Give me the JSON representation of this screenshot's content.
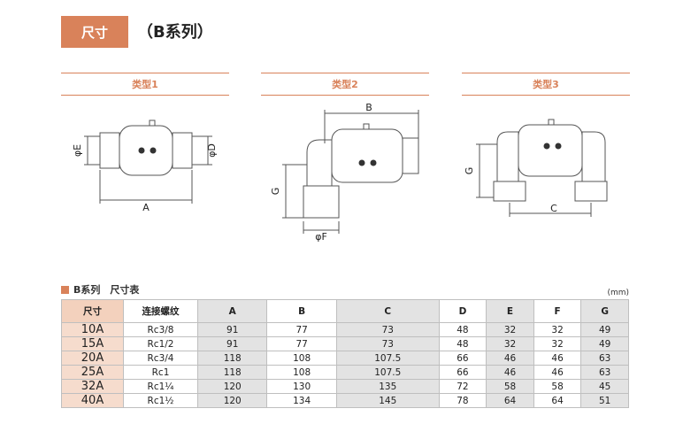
{
  "header": {
    "badge": "尺寸",
    "title": "（B系列）"
  },
  "types": [
    {
      "label": "类型1"
    },
    {
      "label": "类型2"
    },
    {
      "label": "类型3"
    }
  ],
  "dims_labels": {
    "phiE": "φE",
    "phiD": "φD",
    "A": "A",
    "B": "B",
    "G2": "G",
    "phiF": "φF",
    "G3": "G",
    "C": "C"
  },
  "table": {
    "caption": "B系列　尺寸表",
    "unit": "(mm)",
    "headers": [
      "尺寸",
      "连接螺纹",
      "A",
      "B",
      "C",
      "D",
      "E",
      "F",
      "G"
    ],
    "rows": [
      [
        "10A",
        "Rc3/8",
        "91",
        "77",
        "73",
        "48",
        "32",
        "32",
        "49"
      ],
      [
        "15A",
        "Rc1/2",
        "91",
        "77",
        "73",
        "48",
        "32",
        "32",
        "49"
      ],
      [
        "20A",
        "Rc3/4",
        "118",
        "108",
        "107.5",
        "66",
        "46",
        "46",
        "63"
      ],
      [
        "25A",
        "Rc1",
        "118",
        "108",
        "107.5",
        "66",
        "46",
        "46",
        "63"
      ],
      [
        "32A",
        "Rc1¼",
        "120",
        "130",
        "135",
        "72",
        "58",
        "58",
        "45"
      ],
      [
        "40A",
        "Rc1½",
        "120",
        "134",
        "145",
        "78",
        "64",
        "64",
        "51"
      ]
    ]
  },
  "colors": {
    "accent": "#d9825a",
    "size_cell": "#f6dccd",
    "shade": "#e3e3e3"
  }
}
